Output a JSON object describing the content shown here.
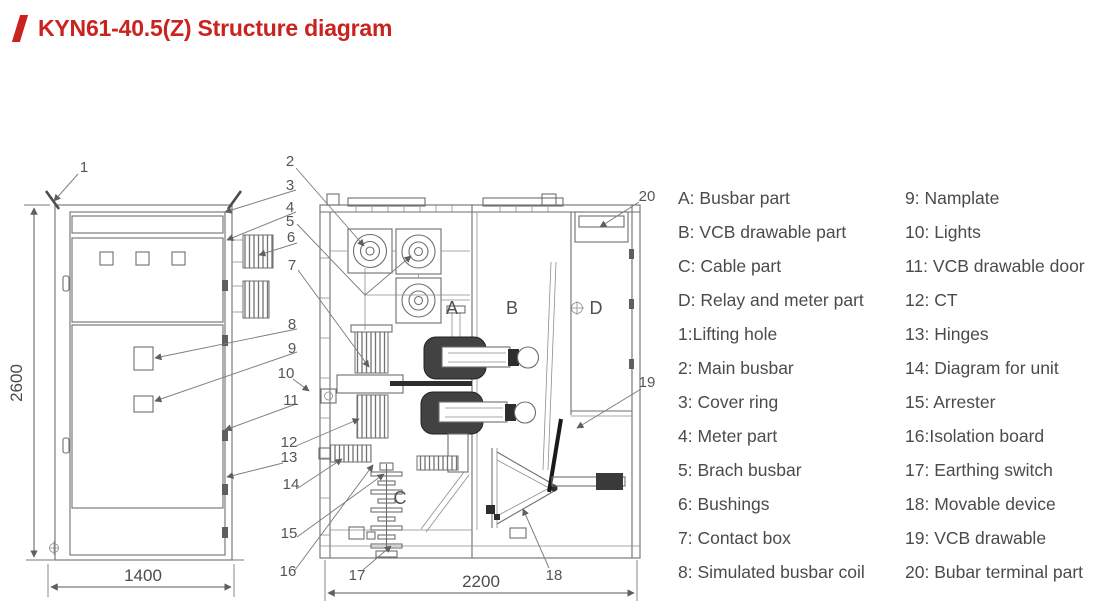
{
  "header": {
    "title": "KYN61-40.5(Z) Structure diagram",
    "accent_color": "#c9221f"
  },
  "colors": {
    "drawing_line": "#6e6e6e",
    "legend_text": "#4b4b4e",
    "callout_text": "#55555a"
  },
  "drawing": {
    "dim_height": "2600",
    "dim_width": "1400",
    "dim_depth": "2200",
    "sections": {
      "a": "A",
      "b": "B",
      "c": "C",
      "d": "D"
    },
    "callouts": [
      "1",
      "2",
      "3",
      "4",
      "5",
      "6",
      "7",
      "8",
      "9",
      "10",
      "11",
      "12",
      "13",
      "14",
      "15",
      "16",
      "17",
      "18",
      "19",
      "20"
    ]
  },
  "legend": {
    "col1": [
      "A: Busbar part",
      "B: VCB drawable part",
      "C: Cable part",
      "D: Relay and meter part",
      "1:Lifting hole",
      "2: Main busbar",
      "3: Cover ring",
      "4: Meter part",
      "5: Brach busbar",
      "6: Bushings",
      "7: Contact box",
      "8: Simulated busbar coil"
    ],
    "col2": [
      "9: Namplate",
      "10: Lights",
      "11: VCB drawable door",
      "12: CT",
      "13: Hinges",
      "14: Diagram for unit",
      "15: Arrester",
      "16:Isolation board",
      "17: Earthing switch",
      "18: Movable device",
      "19: VCB drawable",
      "20: Bubar terminal part"
    ]
  }
}
